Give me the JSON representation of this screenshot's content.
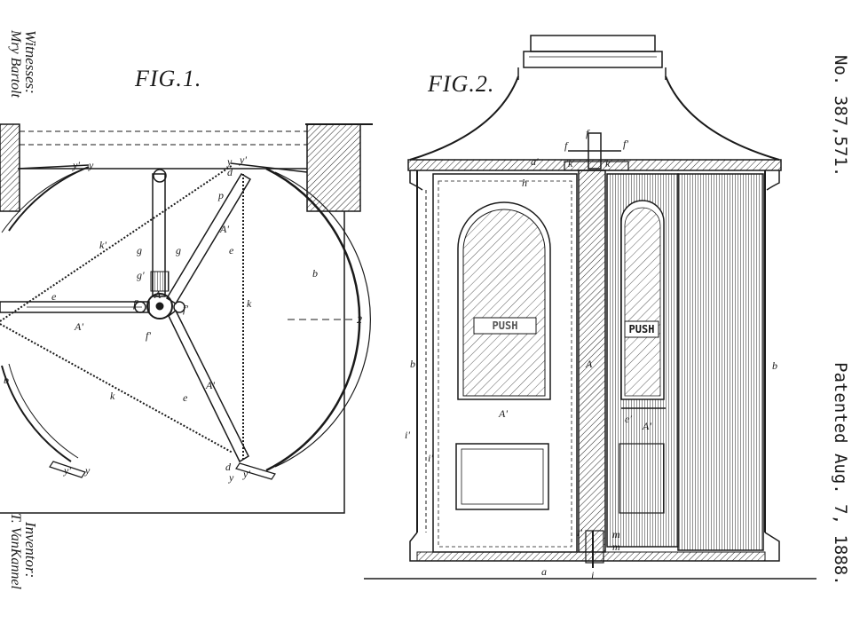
{
  "patent": {
    "number": "No. 387,571.",
    "date": "Patented Aug. 7, 1888."
  },
  "figures": {
    "fig1_title": "FIG.1.",
    "fig2_title": "FIG.2."
  },
  "margin": {
    "witnesses_label": "Witnesses:",
    "witness_name": "Mry Bartolt",
    "inventor_label": "Inventor:",
    "inventor_name": "T. VanKannel"
  },
  "door_signs": {
    "left": "PUSH",
    "right": "PUSH"
  },
  "section_marker": "2"
}
